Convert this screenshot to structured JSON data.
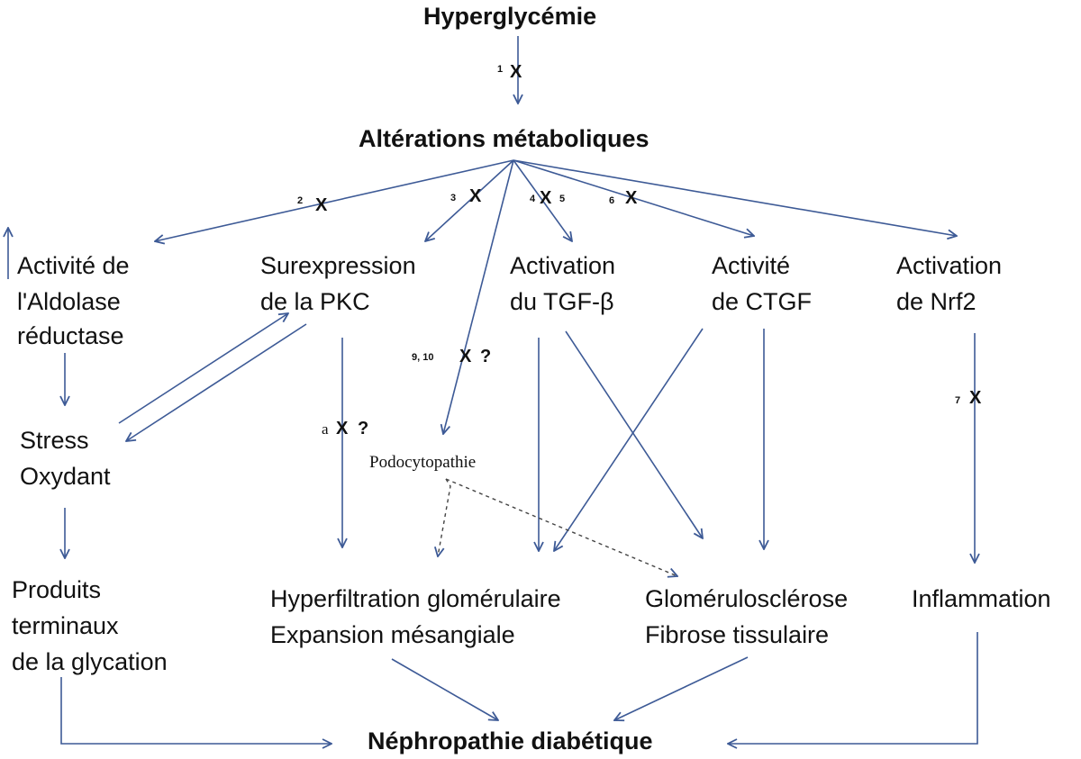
{
  "colors": {
    "arrow": "#3d5a96",
    "text": "#111111",
    "background": "#ffffff"
  },
  "nodes": {
    "hyperglycemie": "Hyperglycémie",
    "alterations": "Altérations métaboliques",
    "aldolase": [
      "Activité de",
      "l'Aldolase",
      "réductase"
    ],
    "pkc": [
      "Surexpression",
      "de la PKC"
    ],
    "tgf": [
      "Activation",
      "du TGF-β"
    ],
    "ctgf": [
      "Activité",
      "de CTGF"
    ],
    "nrf2": [
      "Activation",
      "de Nrf2"
    ],
    "stress": [
      "Stress",
      "Oxydant"
    ],
    "podocytopathie": "Podocytopathie",
    "produits": [
      "Produits",
      "terminaux",
      "de la glycation"
    ],
    "hyperfiltration": [
      "Hyperfiltration glomérulaire",
      "Expansion mésangiale"
    ],
    "glomerulo": [
      "Glomérulosclérose",
      "Fibrose tissulaire"
    ],
    "inflammation": "Inflammation",
    "nephropathie": "Néphropathie diabétique"
  },
  "markers": {
    "m1": {
      "num": "1",
      "x": "X"
    },
    "m2": {
      "num": "2",
      "x": "X"
    },
    "m3": {
      "num": "3",
      "x": "X"
    },
    "m45": {
      "num_left": "4",
      "x": "X",
      "num_right": "5"
    },
    "m6": {
      "num": "6",
      "x": "X"
    },
    "m910": {
      "num": "9, 10",
      "x": "X",
      "q": "?"
    },
    "ma": {
      "num": "a",
      "x": "X",
      "q": "?"
    },
    "m7": {
      "num": "7",
      "x": "X"
    }
  }
}
